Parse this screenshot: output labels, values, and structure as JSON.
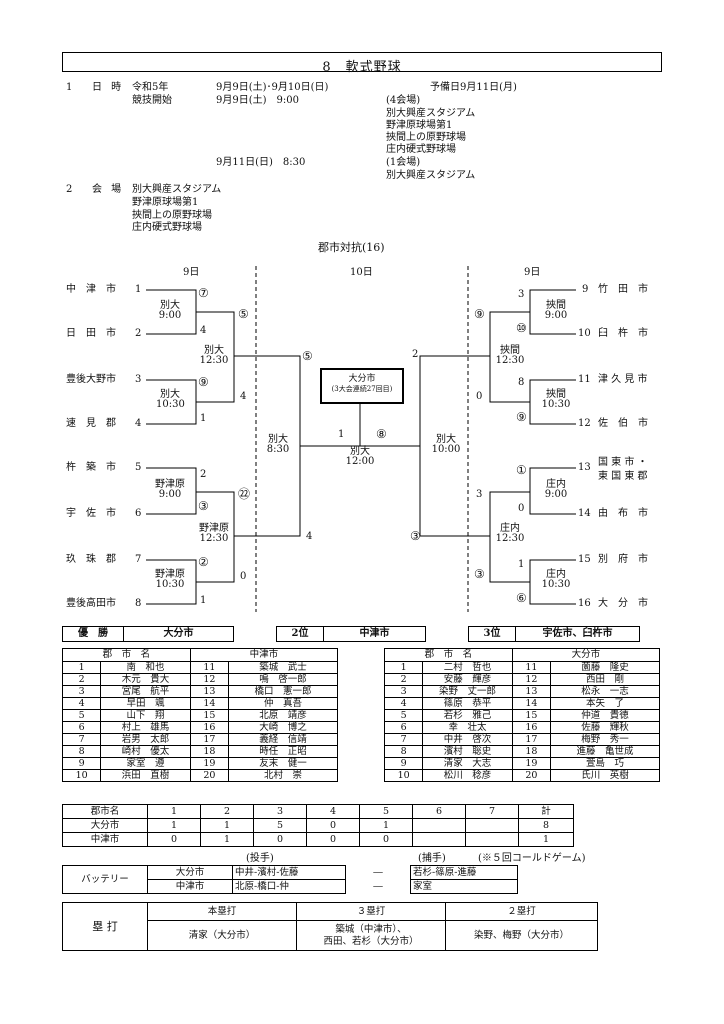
{
  "title": "8　軟式野球",
  "info": {
    "sec1_num": "1",
    "sec1_label": "日 時",
    "era": "令和5年",
    "kyogi": "競技開始",
    "dates1": "9月9日(土)･9月10日(日)",
    "start1": "9月9日(土)　9:00",
    "yobi": "予備日9月11日(月)",
    "venues4_label": "(4会場)",
    "venues4": [
      "別大興産スタジアム",
      "野津原球場第1",
      "挾間上の原野球場",
      "庄内硬式野球場"
    ],
    "date2": "9月11日(日)　8:30",
    "venues1_label": "(1会場)",
    "venues1": [
      "別大興産スタジアム"
    ],
    "sec2_num": "2",
    "sec2_label": "会 場",
    "venues": [
      "別大興産スタジアム",
      "野津原球場第1",
      "挾間上の原野球場",
      "庄内硬式野球場"
    ]
  },
  "bracket": {
    "title": "郡市対抗(16)",
    "day_left": "9日",
    "day_mid": "10日",
    "day_right": "9日",
    "left_teams": [
      "中　津　市",
      "日　田　市",
      "豊後大野市",
      "速　見　郡",
      "杵　築　市",
      "宇　佐　市",
      "玖　珠　郡",
      "豊後高田市"
    ],
    "left_nums": [
      "1",
      "2",
      "3",
      "4",
      "5",
      "6",
      "7",
      "8"
    ],
    "right_nums": [
      "9",
      "10",
      "11",
      "12",
      "13",
      "14",
      "15",
      "16"
    ],
    "right_teams": [
      "竹　田　市",
      "臼　杵　市",
      "津 久 見 市",
      "佐　伯　市",
      "国 東 市 ・",
      "東 国 東 郡",
      "由　布　市",
      "別　府　市",
      "大　分　市"
    ],
    "g1": [
      "別大",
      "9:00"
    ],
    "g2": [
      "別大",
      "10:30"
    ],
    "g3": [
      "野津原",
      "9:00"
    ],
    "g4": [
      "野津原",
      "10:30"
    ],
    "g5": [
      "別大",
      "12:30"
    ],
    "g6": [
      "野津原",
      "12:30"
    ],
    "g7": [
      "別大",
      "8:30"
    ],
    "g9": [
      "挾間",
      "9:00"
    ],
    "g10": [
      "挾間",
      "10:30"
    ],
    "g11": [
      "庄内",
      "9:00"
    ],
    "g12": [
      "庄内",
      "10:30"
    ],
    "g13": [
      "挾間",
      "12:30"
    ],
    "g14": [
      "庄内",
      "12:30"
    ],
    "g15": [
      "別大",
      "10:00"
    ],
    "final": [
      "別大",
      "12:00"
    ],
    "game_nums": [
      "⑦",
      "⑨",
      "③",
      "②",
      "⑤",
      "㉒",
      "⑤",
      "⑩",
      "⑨",
      "①",
      "⑥",
      "⑨",
      "③",
      "⑧"
    ],
    "scores": [
      "7",
      "4",
      "9",
      "1",
      "3",
      "2",
      "2",
      "0",
      "5",
      "4",
      "22",
      "4",
      "5",
      "1",
      "3",
      "10",
      "8",
      "9",
      "1",
      "0",
      "3",
      "1",
      "9",
      "2",
      "0",
      "3",
      "2",
      "1",
      "0"
    ],
    "champion_label": "大分市",
    "champion_sub": "(3大会連続27回目)"
  },
  "results": {
    "first_label": "優　勝",
    "first": "大分市",
    "second_label": "2位",
    "second": "中津市",
    "third_label": "3位",
    "third": "宇佐市、臼杵市"
  },
  "roster_left": {
    "h1": "郡　市　名",
    "team": "中津市",
    "rows": [
      [
        "1",
        "南　和也",
        "11",
        "築城　武士"
      ],
      [
        "2",
        "木元　貴大",
        "12",
        "鳴　啓一郎"
      ],
      [
        "3",
        "宮尾　航平",
        "13",
        "橋口　憲一郎"
      ],
      [
        "4",
        "早田　颯",
        "14",
        "仲　真吾"
      ],
      [
        "5",
        "山下　翔",
        "15",
        "北原　靖彦"
      ],
      [
        "6",
        "村上　雄馬",
        "16",
        "大崎　博之"
      ],
      [
        "7",
        "岩男　太郎",
        "17",
        "義経　信靖"
      ],
      [
        "8",
        "崎村　優太",
        "18",
        "時任　正昭"
      ],
      [
        "9",
        "家室　遵",
        "19",
        "友末　健一"
      ],
      [
        "10",
        "浜田　直樹",
        "20",
        "北村　崇"
      ]
    ]
  },
  "roster_right": {
    "h1": "郡　市　名",
    "team": "大分市",
    "rows": [
      [
        "1",
        "二村　哲也",
        "11",
        "薗藤　隆史"
      ],
      [
        "2",
        "安藤　輝彦",
        "12",
        "西田　剛"
      ],
      [
        "3",
        "染野　丈一郎",
        "13",
        "松永　一志"
      ],
      [
        "4",
        "篠原　恭平",
        "14",
        "本矢　了"
      ],
      [
        "5",
        "若杉　雅己",
        "15",
        "仲道　貴徳"
      ],
      [
        "6",
        "幸　壮太",
        "16",
        "佐藤　輝秋"
      ],
      [
        "7",
        "中井　啓次",
        "17",
        "梅野　秀一"
      ],
      [
        "8",
        "濱村　聡史",
        "18",
        "進藤　亀世成"
      ],
      [
        "9",
        "清家　大志",
        "19",
        "萱島　巧"
      ],
      [
        "10",
        "松川　稔彦",
        "20",
        "氏川　英樹"
      ]
    ]
  },
  "linescore": {
    "header": [
      "郡市名",
      "1",
      "2",
      "3",
      "4",
      "5",
      "6",
      "7",
      "計"
    ],
    "rows": [
      [
        "大分市",
        "1",
        "1",
        "5",
        "0",
        "1",
        "",
        "",
        "8"
      ],
      [
        "中津市",
        "0",
        "1",
        "0",
        "0",
        "0",
        "",
        "",
        "1"
      ]
    ]
  },
  "battery": {
    "pitcher_label": "(投手)",
    "catcher_label": "(捕手)",
    "note": "(※５回コールドゲーム)",
    "label": "バッテリー",
    "rows": [
      [
        "大分市",
        "中井-濱村-佐藤",
        "―",
        "若杉-篠原-進藤"
      ],
      [
        "中津市",
        "北原-橋口-仲",
        "―",
        "家室"
      ]
    ]
  },
  "hits": {
    "label": "塁 打",
    "hr": "本塁打",
    "triple": "３塁打",
    "double": "２塁打",
    "hr_val": "清家（大分市）",
    "triple_val1": "築城（中津市）、",
    "triple_val2": "西田、若杉（大分市）",
    "double_val": "染野、梅野（大分市）"
  }
}
